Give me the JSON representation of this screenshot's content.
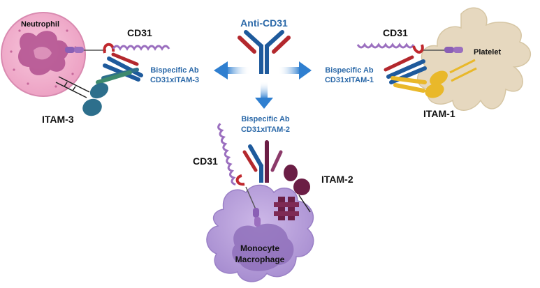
{
  "title": "Anti-CD31",
  "neutrophil": {
    "cell_label": "Neutrophil",
    "receptor_label": "CD31",
    "itam_label": "ITAM-3",
    "antibody_line1": "Bispecific Ab",
    "antibody_line2": "CD31xITAM-3"
  },
  "platelet": {
    "cell_label": "Platelet",
    "receptor_label": "CD31",
    "itam_label": "ITAM-1",
    "antibody_line1": "Bispecific Ab",
    "antibody_line2": "CD31xITAM-1"
  },
  "macrophage": {
    "cell_label_line1": "Monocyte",
    "cell_label_line2": "Macrophage",
    "receptor_label": "CD31",
    "itam_label": "ITAM-2",
    "antibody_line1": "Bispecific Ab",
    "antibody_line2": "CD31xITAM-2"
  },
  "colors": {
    "label_blue": "#2a68a8",
    "antibody_blue": "#1e5a9c",
    "antibody_red": "#b3282d",
    "cd31_purple": "#9b6fbf",
    "itam3_teal": "#2d6f8c",
    "itam1_yellow": "#e9b82a",
    "itam2_maroon": "#6b1e45",
    "neutrophil_fill": "#f2b3d0",
    "platelet_fill": "#e6d8bf",
    "macrophage_fill": "#bca5dc"
  }
}
